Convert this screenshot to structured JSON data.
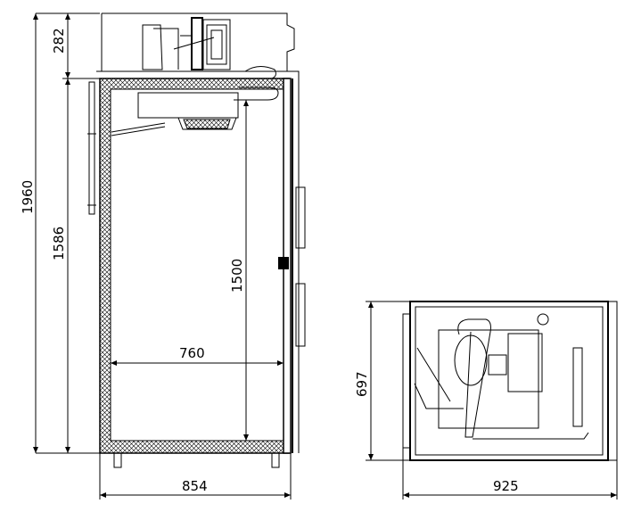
{
  "drawing": {
    "front_view": {
      "dimensions": {
        "total_height": "1960",
        "unit_height": "282",
        "cabinet_height": "1586",
        "internal_height": "1500",
        "internal_width": "760",
        "total_width": "854"
      }
    },
    "top_view": {
      "dimensions": {
        "height": "697",
        "width": "925"
      }
    },
    "colors": {
      "line": "#000000",
      "background": "#ffffff"
    }
  }
}
